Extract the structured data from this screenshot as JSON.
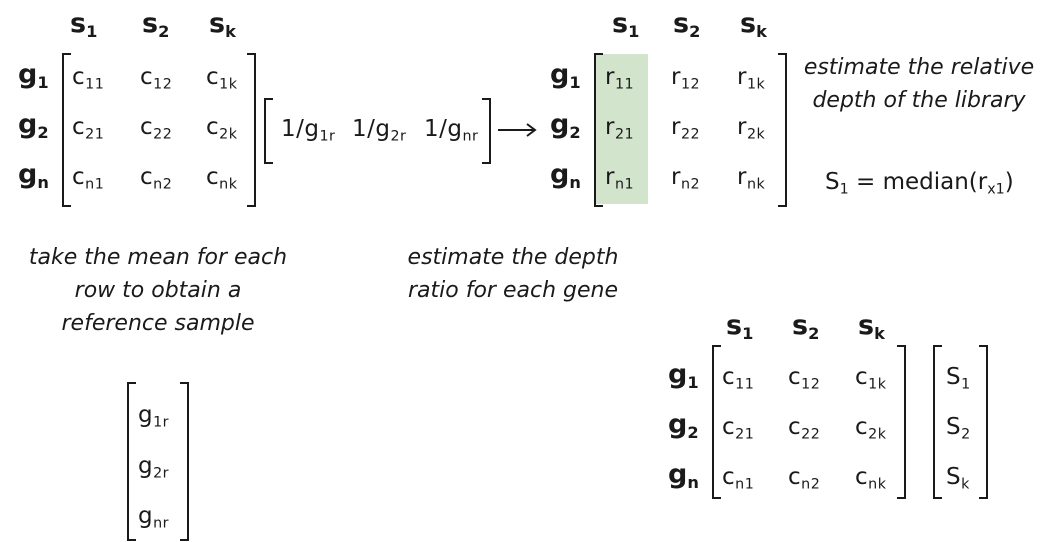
{
  "colors": {
    "highlight": "#d3e4cc",
    "ink": "#1a1a1a"
  },
  "count_matrix": {
    "col_headers": [
      {
        "b": "s",
        "s": "1"
      },
      {
        "b": "s",
        "s": "2"
      },
      {
        "b": "s",
        "s": "k"
      }
    ],
    "row_headers": [
      {
        "b": "g",
        "s": "1"
      },
      {
        "b": "g",
        "s": "2"
      },
      {
        "b": "g",
        "s": "n"
      }
    ],
    "cells": [
      [
        {
          "b": "c",
          "s": "11"
        },
        {
          "b": "c",
          "s": "12"
        },
        {
          "b": "c",
          "s": "1k"
        }
      ],
      [
        {
          "b": "c",
          "s": "21"
        },
        {
          "b": "c",
          "s": "22"
        },
        {
          "b": "c",
          "s": "2k"
        }
      ],
      [
        {
          "b": "c",
          "s": "n1"
        },
        {
          "b": "c",
          "s": "n2"
        },
        {
          "b": "c",
          "s": "nk"
        }
      ]
    ]
  },
  "reciprocal_vector": [
    {
      "b": "1/g",
      "s": "1r"
    },
    {
      "b": "1/g",
      "s": "2r"
    },
    {
      "b": "1/g",
      "s": "nr"
    }
  ],
  "ratio_matrix": {
    "col_headers": [
      {
        "b": "s",
        "s": "1"
      },
      {
        "b": "s",
        "s": "2"
      },
      {
        "b": "s",
        "s": "k"
      }
    ],
    "row_headers": [
      {
        "b": "g",
        "s": "1"
      },
      {
        "b": "g",
        "s": "2"
      },
      {
        "b": "g",
        "s": "n"
      }
    ],
    "cells": [
      [
        {
          "b": "r",
          "s": "11"
        },
        {
          "b": "r",
          "s": "12"
        },
        {
          "b": "r",
          "s": "1k"
        }
      ],
      [
        {
          "b": "r",
          "s": "21"
        },
        {
          "b": "r",
          "s": "22"
        },
        {
          "b": "r",
          "s": "2k"
        }
      ],
      [
        {
          "b": "r",
          "s": "n1"
        },
        {
          "b": "r",
          "s": "n2"
        },
        {
          "b": "r",
          "s": "nk"
        }
      ]
    ]
  },
  "annotations": {
    "relative_depth": [
      "estimate the relative",
      "depth of the library"
    ],
    "mean_row": [
      "take the mean for each",
      "row to obtain a",
      "reference sample"
    ],
    "depth_ratio": [
      "estimate the depth",
      "ratio for each gene"
    ]
  },
  "formula": {
    "lhs_b": "S",
    "lhs_s": "1",
    "eq": " = median(r",
    "arg_s": "x1",
    "close": ")"
  },
  "reference_vector": [
    {
      "b": "g",
      "s": "1r"
    },
    {
      "b": "g",
      "s": "2r"
    },
    {
      "b": "g",
      "s": "nr"
    }
  ],
  "final_matrix": {
    "col_headers": [
      {
        "b": "s",
        "s": "1"
      },
      {
        "b": "s",
        "s": "2"
      },
      {
        "b": "s",
        "s": "k"
      }
    ],
    "row_headers": [
      {
        "b": "g",
        "s": "1"
      },
      {
        "b": "g",
        "s": "2"
      },
      {
        "b": "g",
        "s": "n"
      }
    ],
    "cells": [
      [
        {
          "b": "c",
          "s": "11"
        },
        {
          "b": "c",
          "s": "12"
        },
        {
          "b": "c",
          "s": "1k"
        }
      ],
      [
        {
          "b": "c",
          "s": "21"
        },
        {
          "b": "c",
          "s": "22"
        },
        {
          "b": "c",
          "s": "2k"
        }
      ],
      [
        {
          "b": "c",
          "s": "n1"
        },
        {
          "b": "c",
          "s": "n2"
        },
        {
          "b": "c",
          "s": "nk"
        }
      ]
    ]
  },
  "size_factor_vector": [
    {
      "b": "S",
      "s": "1"
    },
    {
      "b": "S",
      "s": "2"
    },
    {
      "b": "S",
      "s": "k"
    }
  ]
}
